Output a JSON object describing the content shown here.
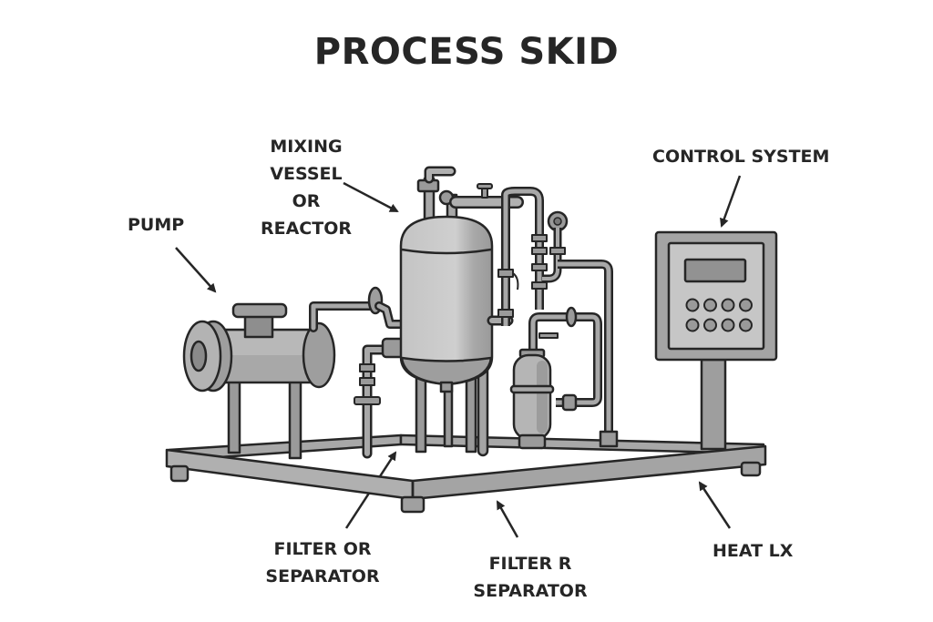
{
  "title": "PROCESS SKID",
  "labels": {
    "pump": [
      "PUMP"
    ],
    "mixing_vessel": [
      "MIXING",
      "VESSEL",
      "OR",
      "REACTOR"
    ],
    "control_system": [
      "CONTROL SYSTEM"
    ],
    "filter_left": [
      "FILTER OR",
      "SEPARATOR"
    ],
    "filter_right": [
      "FILTER R",
      "SEPARATOR"
    ],
    "heat_exchanger": [
      "HEAT LX"
    ]
  },
  "control_panel": {
    "button_rows": 2,
    "buttons_per_row": 4
  },
  "colors": {
    "outline": "#262626",
    "metal_light": "#c9c9c9",
    "metal_mid": "#a8a8a8",
    "metal_dark": "#8a8a8a",
    "background": "#ffffff"
  }
}
